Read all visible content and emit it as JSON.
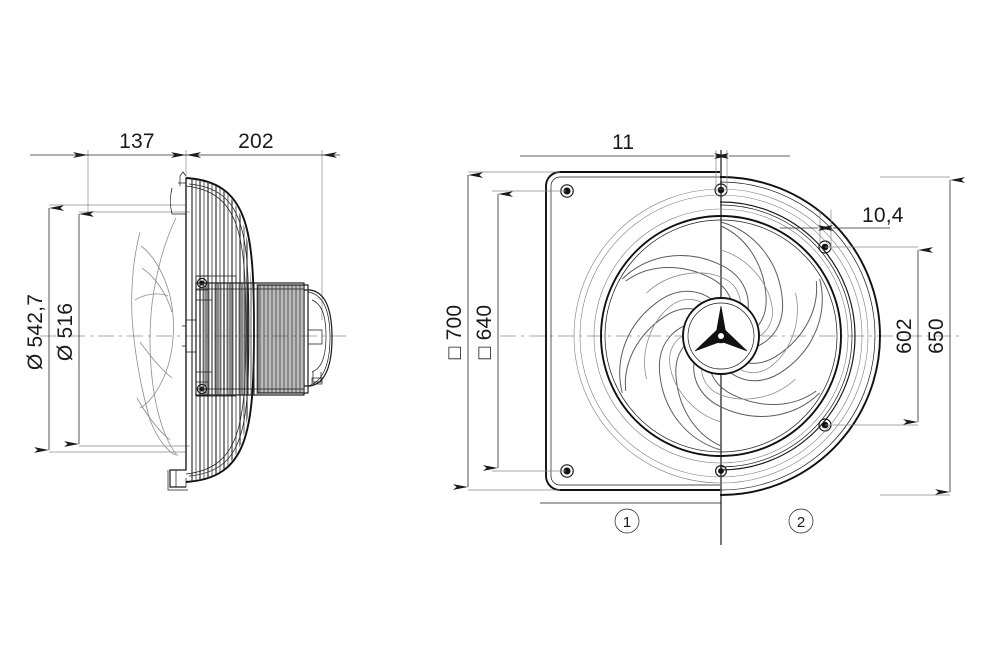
{
  "drawing": {
    "title": "Axial fan wall-plate assembly dimensional drawing",
    "units_note": "",
    "views": [
      {
        "id": "left-view",
        "name": "side-section-view",
        "label": ""
      },
      {
        "id": "right-view",
        "name": "front-view-composite",
        "label": ""
      }
    ]
  },
  "left_view": {
    "name": "side-view",
    "horizontal_dimensions": [
      {
        "id": "d137",
        "value": "137",
        "name": "depth-front-dimension"
      },
      {
        "id": "d202",
        "value": "202",
        "name": "depth-rear-dimension"
      }
    ],
    "vertical_dimensions": [
      {
        "id": "d5427",
        "value": "542,7",
        "symbol": "diameter",
        "symbol_glyph": "Ø",
        "name": "outer-diameter-dimension"
      },
      {
        "id": "d516",
        "value": "516",
        "symbol": "diameter",
        "symbol_glyph": "Ø",
        "name": "impeller-diameter-dimension"
      }
    ],
    "components": [
      {
        "name": "protective-grille"
      },
      {
        "name": "motor-housing-fins"
      },
      {
        "name": "fan-blade-profile"
      },
      {
        "name": "mounting-flange"
      },
      {
        "name": "terminal-box"
      }
    ]
  },
  "right_view": {
    "name": "front-view",
    "top_dimensions": [
      {
        "id": "d11",
        "value": "11",
        "name": "mounting-hole-diameter-dimension"
      }
    ],
    "inner_dimensions": [
      {
        "id": "d104",
        "value": "10,4",
        "name": "flange-hole-diameter-dimension"
      }
    ],
    "left_dimensions": [
      {
        "id": "d700",
        "value": "700",
        "symbol": "square",
        "symbol_glyph": "□",
        "name": "plate-outer-square-dimension"
      },
      {
        "id": "d640",
        "value": "640",
        "symbol": "square",
        "symbol_glyph": "□",
        "name": "plate-hole-pitch-square-dimension"
      }
    ],
    "right_dimensions": [
      {
        "id": "d602",
        "value": "602",
        "name": "flange-hole-pitch-circle-dimension"
      },
      {
        "id": "d650",
        "value": "650",
        "name": "flange-outer-diameter-dimension"
      }
    ],
    "view_tags": [
      {
        "id": "tag1",
        "value": "1",
        "name": "view-tag-one"
      },
      {
        "id": "tag2",
        "value": "2",
        "name": "view-tag-two"
      }
    ],
    "components": [
      {
        "name": "square-mounting-plate"
      },
      {
        "name": "round-mounting-flange"
      },
      {
        "name": "impeller-six-blades"
      },
      {
        "name": "hub-three-spoke-star"
      },
      {
        "name": "corner-mounting-holes"
      }
    ]
  }
}
